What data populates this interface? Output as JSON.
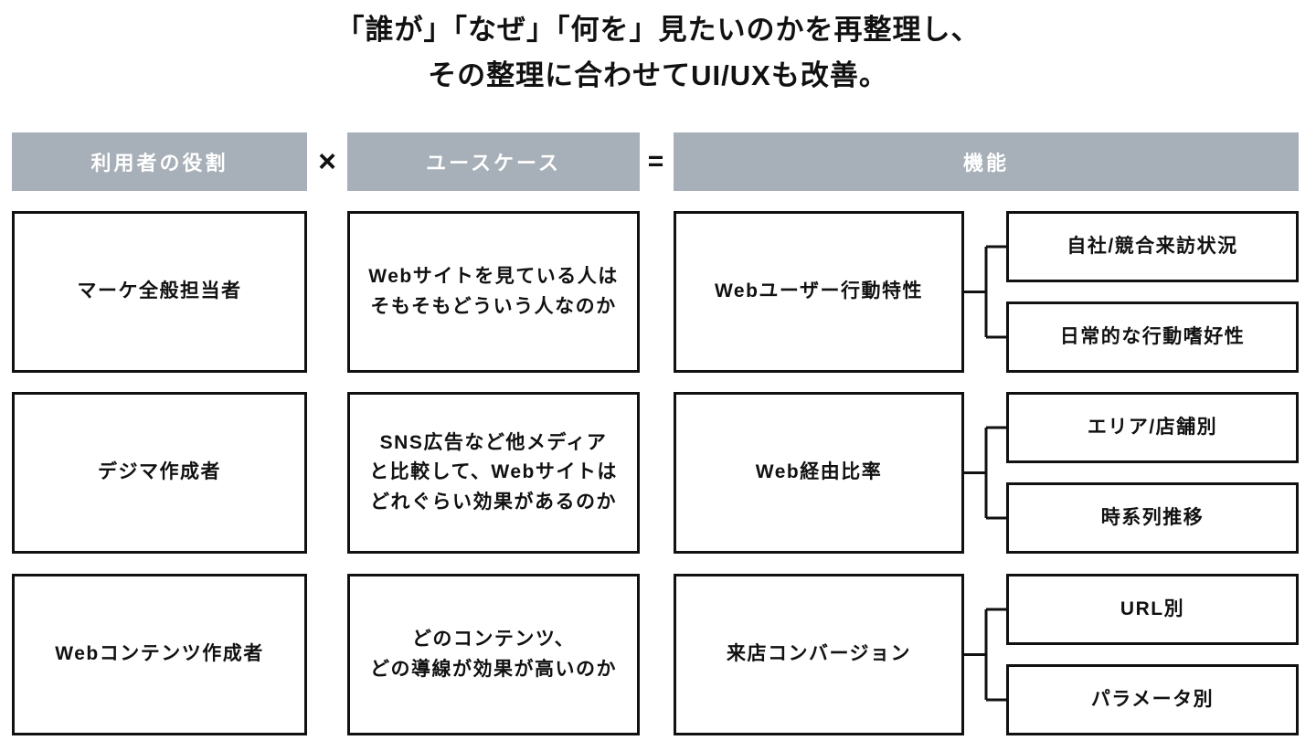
{
  "title": {
    "line1": "「誰が」「なぜ」「何を」見たいのかを再整理し、",
    "line2": "その整理に合わせてUI/UXも改善。"
  },
  "headers": {
    "roles": "利用者の役割",
    "multiply": "×",
    "usecases": "ユースケース",
    "equals": "=",
    "features": "機能"
  },
  "colors": {
    "header_bg": "#a7afb8",
    "header_text": "#ffffff",
    "box_border": "#111111",
    "text": "#111111",
    "background": "#ffffff"
  },
  "rows": [
    {
      "role": "マーケ全般担当者",
      "usecase": "Webサイトを見ている人は\nそもそもどういう人なのか",
      "feature": "Webユーザー行動特性",
      "subfeatures": [
        "自社/競合来訪状況",
        "日常的な行動嗜好性"
      ]
    },
    {
      "role": "デジマ作成者",
      "usecase": "SNS広告など他メディア\nと比較して、Webサイトは\nどれぐらい効果があるのか",
      "feature": "Web経由比率",
      "subfeatures": [
        "エリア/店舗別",
        "時系列推移"
      ]
    },
    {
      "role": "Webコンテンツ作成者",
      "usecase": "どのコンテンツ、\nどの導線が効果が高いのか",
      "feature": "来店コンバージョン",
      "subfeatures": [
        "URL別",
        "パラメータ別"
      ]
    }
  ]
}
